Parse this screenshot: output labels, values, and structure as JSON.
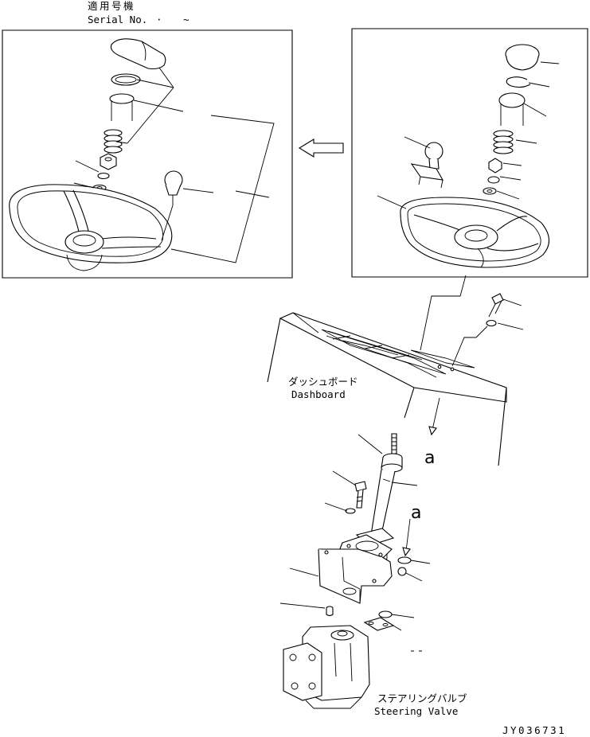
{
  "header": {
    "applicable_jp": "適用号機",
    "serial_label": "Serial No.",
    "serial_dot": "·",
    "serial_range": "~"
  },
  "labels": {
    "dashboard_jp": "ダッシュボード",
    "dashboard_en": "Dashboard",
    "steering_valve_jp": "ステアリングバルブ",
    "steering_valve_en": "Steering Valve",
    "marker_a": "a",
    "drawing_number": "JY036731"
  },
  "navigation": {
    "arrow_direction": "left",
    "arrow_icon": "left-arrow-icon"
  }
}
